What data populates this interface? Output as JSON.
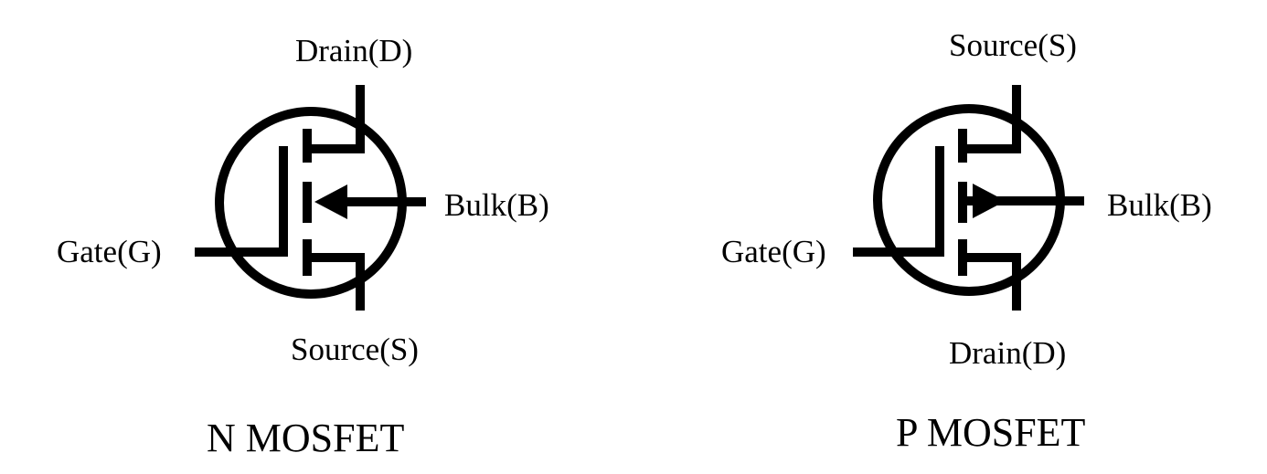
{
  "nmos": {
    "title": "N MOSFET",
    "drain": "Drain(D)",
    "source": "Source(S)",
    "gate": "Gate(G)",
    "bulk": "Bulk(B)"
  },
  "pmos": {
    "title": "P MOSFET",
    "source": "Source(S)",
    "drain": "Drain(D)",
    "gate": "Gate(G)",
    "bulk": "Bulk(B)"
  },
  "colors": {
    "stroke": "#000000",
    "background": "#ffffff"
  }
}
